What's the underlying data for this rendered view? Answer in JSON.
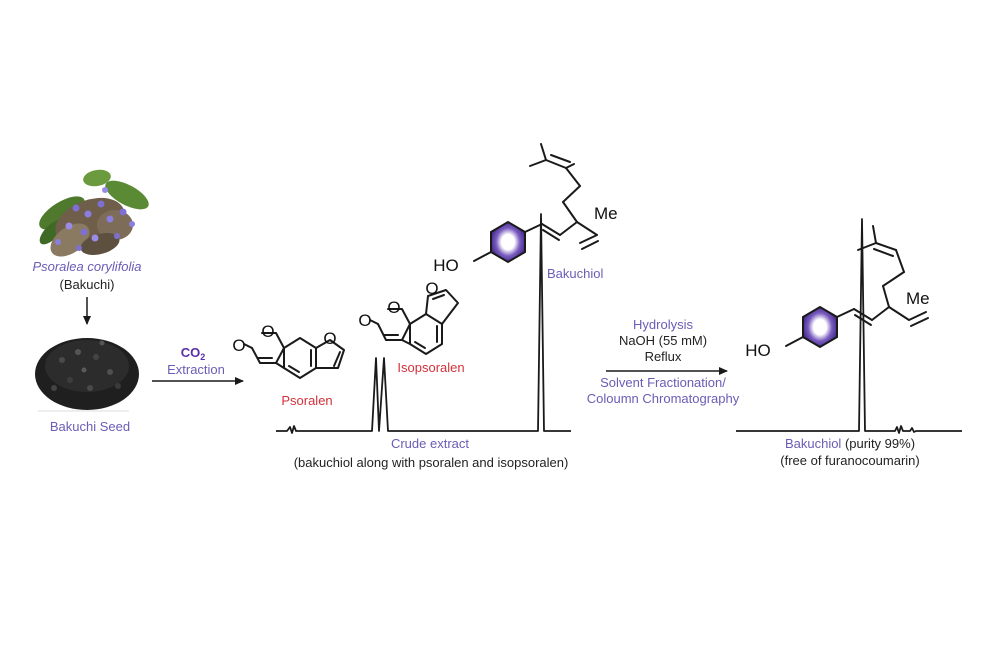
{
  "colors": {
    "label_purple": "#6a5db5",
    "co2_purple": "#5a2fa8",
    "compound_red": "#d2323c",
    "ring_fill": "#5b3b9e",
    "text_dark": "#222222"
  },
  "plant": {
    "name_italic": "Psoralea corylifolia",
    "common_name": "(Bakuchi)",
    "seed_label": "Bakuchi Seed"
  },
  "extraction_step": {
    "co2_label": "CO",
    "co2_subscript": "2",
    "method_label": "Extraction"
  },
  "crude_panel": {
    "psoralen_label": "Psoralen",
    "isopsoralen_label": "Isopsoralen",
    "bakuchiol_label": "Bakuchiol",
    "hydroxyl": "HO",
    "methyl": "Me",
    "ring_oxygen": "O",
    "carbonyl_oxygen": "O",
    "caption_title": "Crude extract",
    "caption_detail": "(bakuchiol along with psoralen and isopsoralen)"
  },
  "purification_step": {
    "line1": "Hydrolysis",
    "line2": "NaOH (55 mM)",
    "line3": "Reflux",
    "line4": "Solvent Fractionation/",
    "line5": "Coloumn Chromatography"
  },
  "pure_panel": {
    "hydroxyl": "HO",
    "methyl": "Me",
    "product_name": "Bakuchiol",
    "purity": " (purity 99%)",
    "note": "(free of furanocoumarin)"
  }
}
